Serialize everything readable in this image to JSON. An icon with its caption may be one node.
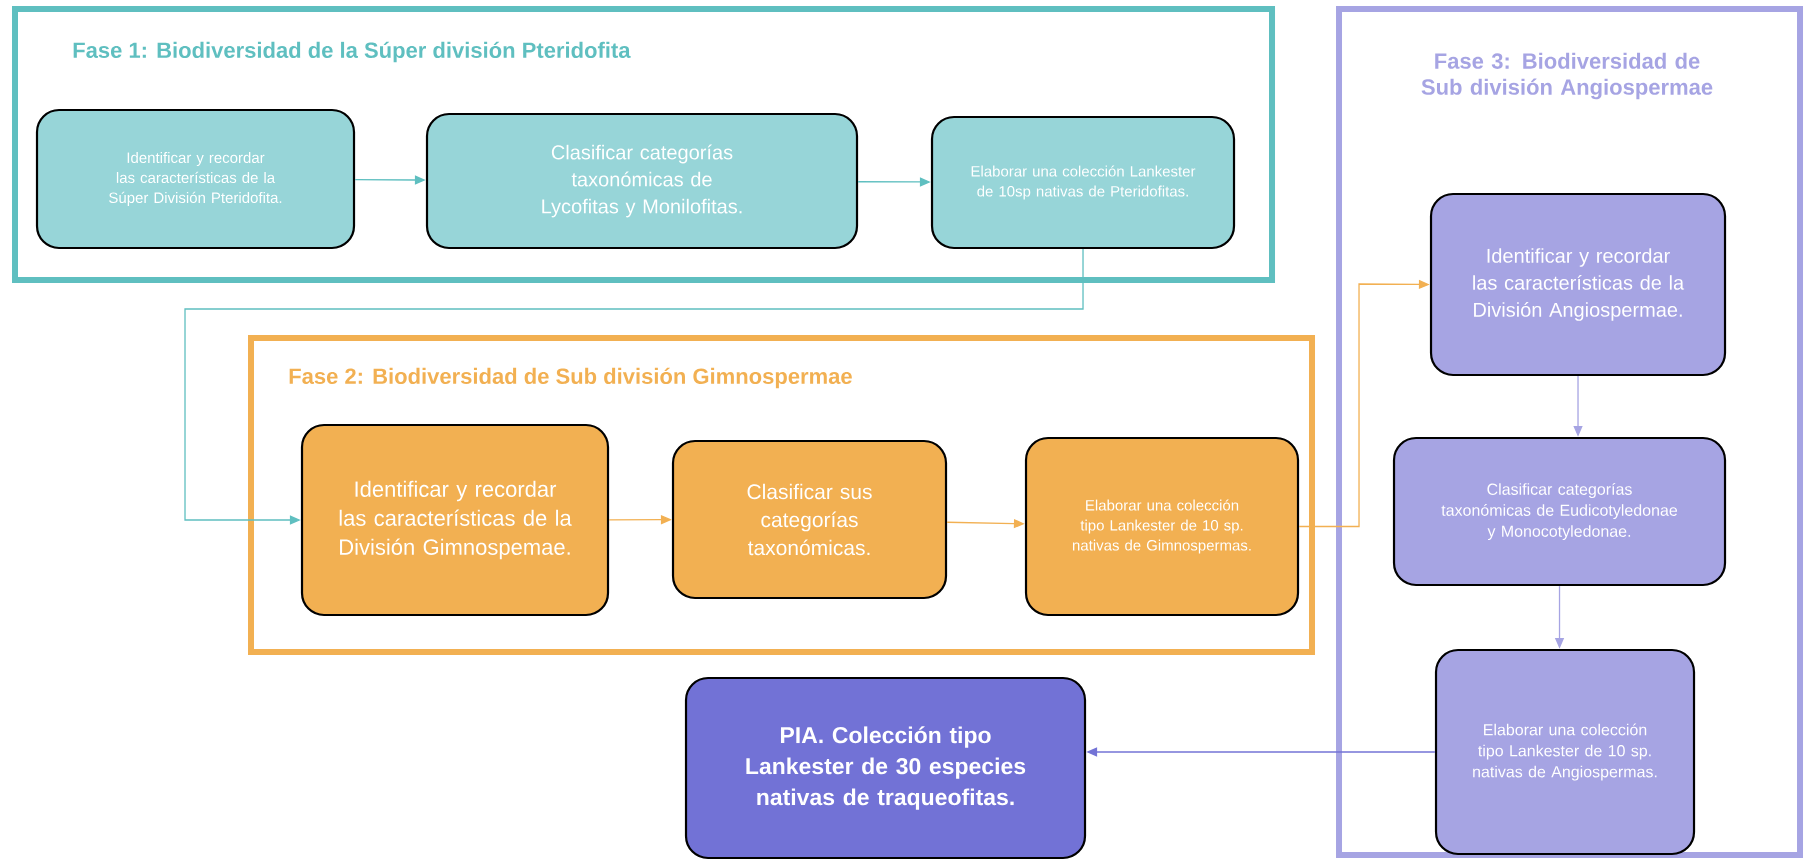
{
  "diagram": {
    "nodes": [
      {
        "text": [
          "Fase 1: Biodiversidad de la Súper división Pteridofita"
        ]
      },
      {
        "text": [
          "Identificar y recordar las características de la Súper División Pteridofita."
        ],
        "in": 0
      },
      {
        "text": [
          "Clasificar categorías taxonómicas de Lycofitas y Monilofitas."
        ],
        "in": 0
      },
      {
        "text": [
          "Elaborar una colección Lankester de 10sp nativas de Pteridofitas."
        ],
        "in": 0
      },
      {
        "text": [
          "Fase 2: Biodiversidad de Sub división Gimnospermae"
        ]
      },
      {
        "text": [
          "Identificar y recordar las características de la División Gimnospemae."
        ],
        "in": 4
      },
      {
        "text": [
          "Clasificar sus categorías taxonómicas."
        ],
        "in": 4
      },
      {
        "text": [
          "Elaborar una colección tipo Lankester de 10 sp. nativas de Gimnospermas."
        ],
        "in": 4
      },
      {
        "text": [
          "Fase 3: Biodiversidad de Sub división Angiospermae"
        ]
      },
      {
        "text": [
          "Identificar y recordar las características de la División Angiospermae."
        ],
        "in": 8
      },
      {
        "text": [
          "Clasificar categorías taxonómicas de Eudicotyledonae y Monocotyledonae."
        ],
        "in": 8
      },
      {
        "text": [
          "Elaborar una colección tipo Lankester de 10 sp. nativas de Angiospermas."
        ],
        "in": 8
      },
      {
        "text": [
          "PIA. Colección tipo Lankester  de 30 especies nativas de traqueofitas."
        ]
      }
    ],
    "edges": [
      {
        "from": 1,
        "to": 2,
        "arrow": "to",
        "color": "#5fbfc0"
      },
      {
        "from": 2,
        "to": 3,
        "arrow": "to",
        "color": "#5fbfc0"
      },
      {
        "from": 3,
        "to": 5,
        "arrow": "to",
        "color": "#5fbfc0"
      },
      {
        "from": 5,
        "to": 6,
        "arrow": "to",
        "color": "#f2b052"
      },
      {
        "from": 6,
        "to": 7,
        "arrow": "to",
        "color": "#f2b052"
      },
      {
        "from": 7,
        "to": 9,
        "arrow": "to",
        "color": "#f2b052"
      },
      {
        "from": 9,
        "to": 10,
        "arrow": "to",
        "color": "#a6a4e3"
      },
      {
        "from": 10,
        "to": 11,
        "arrow": "to",
        "color": "#a6a4e3"
      },
      {
        "from": 11,
        "to": 12,
        "arrow": "to",
        "color": "#7373d6"
      }
    ]
  }
}
